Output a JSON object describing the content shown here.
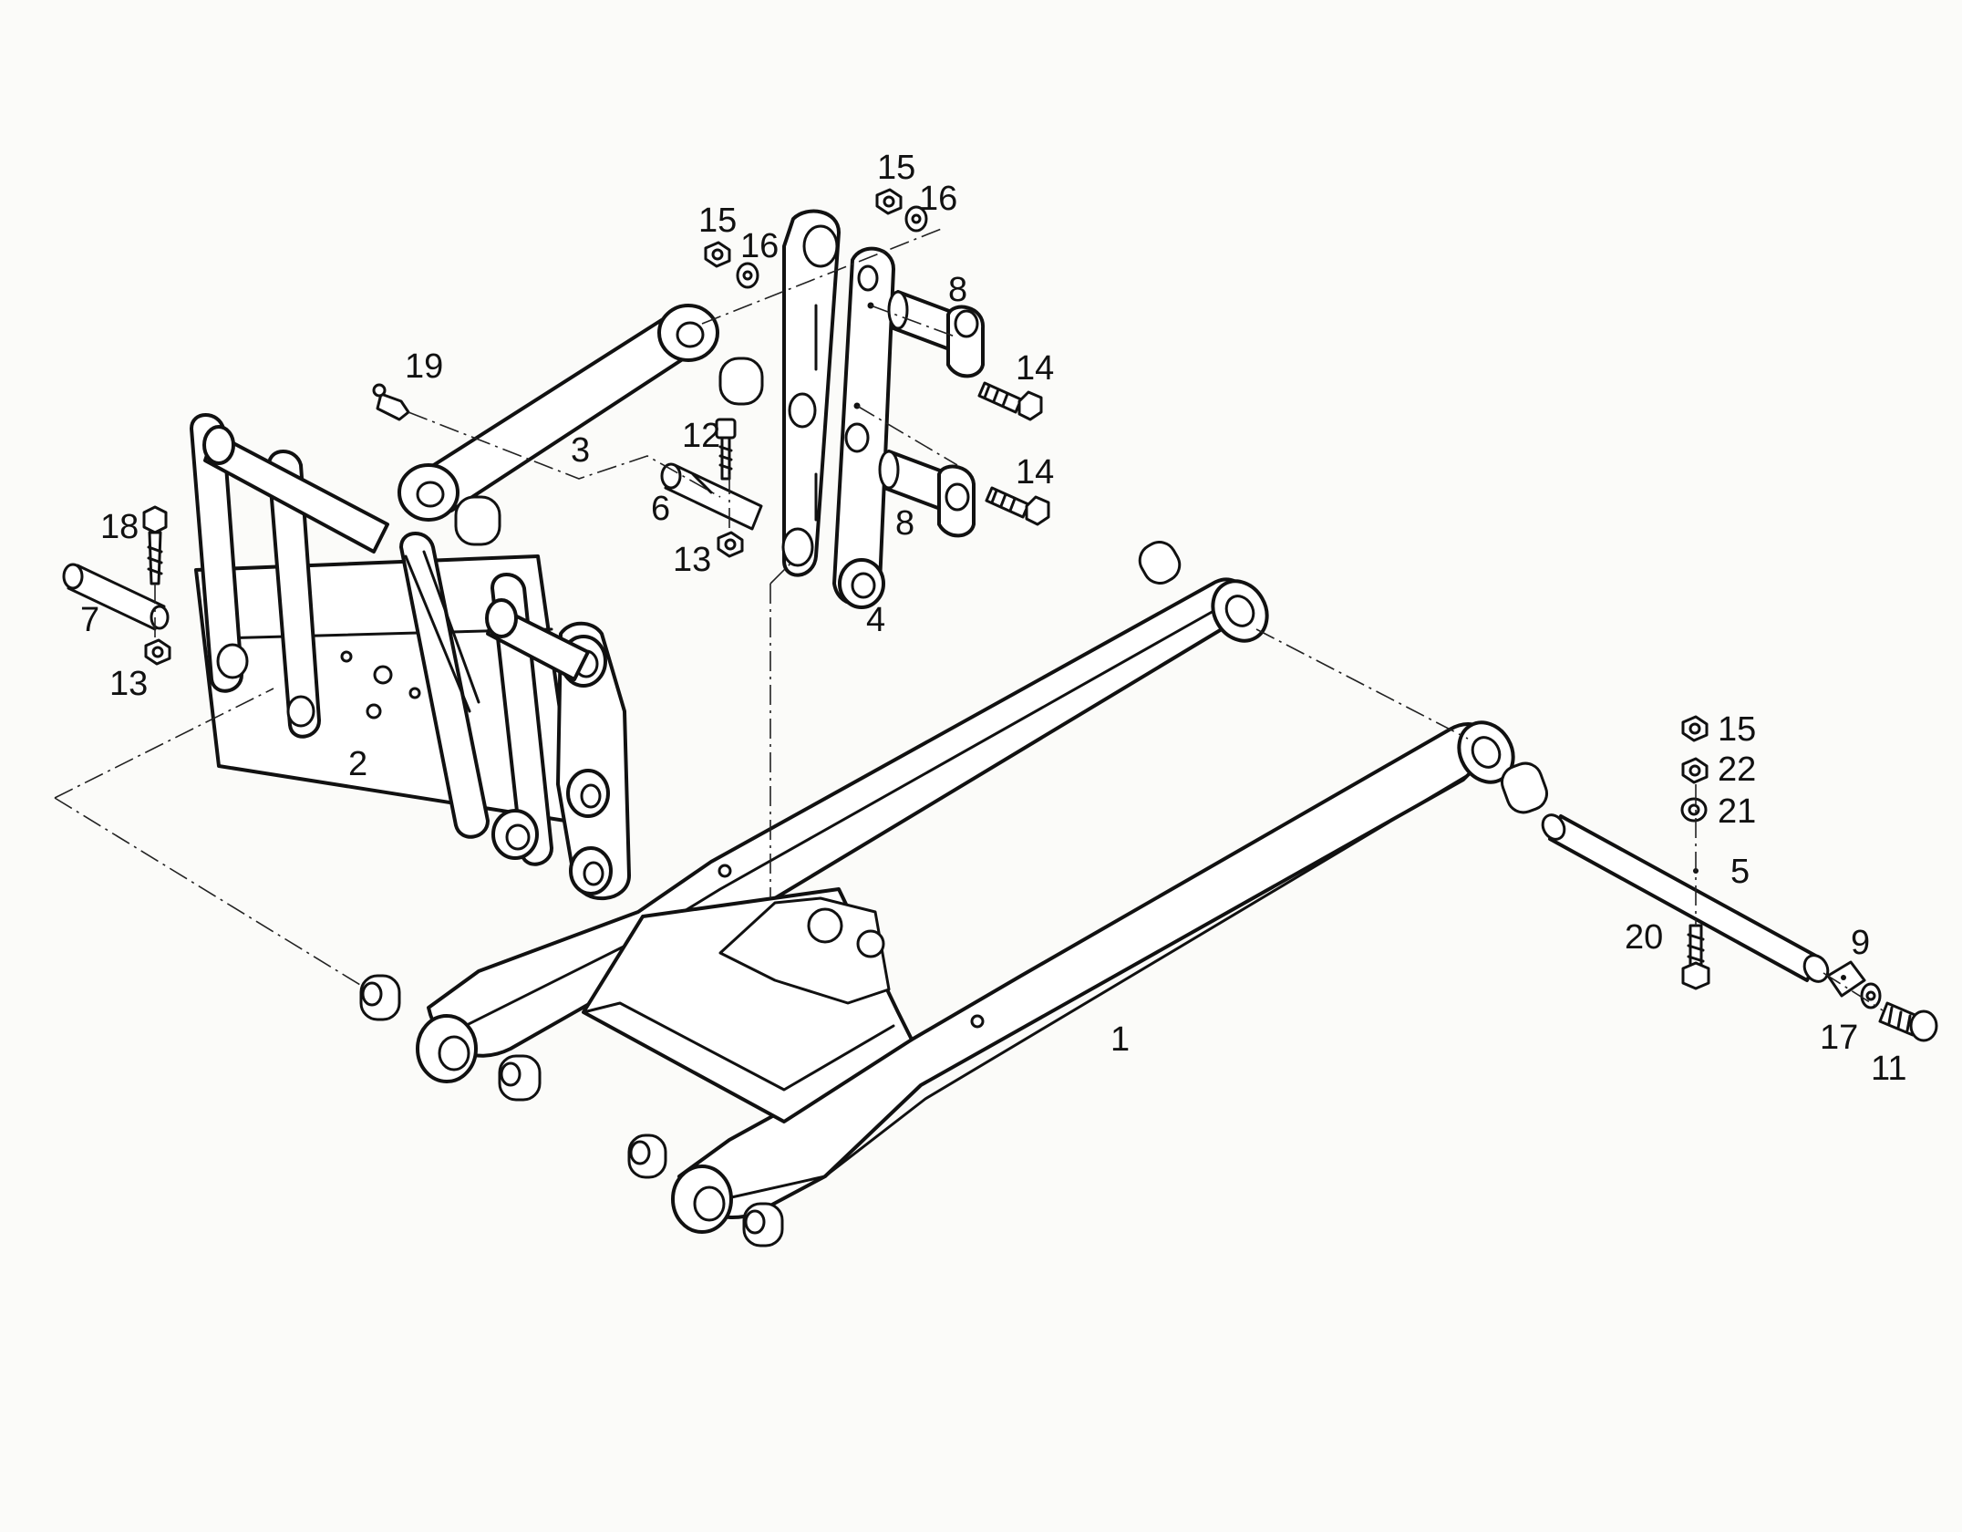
{
  "callouts": {
    "c1": "1",
    "c2": "2",
    "c3": "3",
    "c4": "4",
    "c5": "5",
    "c6": "6",
    "c7": "7",
    "c8a": "8",
    "c8b": "8",
    "c9": "9",
    "c11": "11",
    "c12": "12",
    "c13a": "13",
    "c13b": "13",
    "c14a": "14",
    "c14b": "14",
    "c15a": "15",
    "c15b": "15",
    "c15c": "15",
    "c16a": "16",
    "c16b": "16",
    "c17": "17",
    "c18": "18",
    "c19": "19",
    "c20": "20",
    "c21": "21",
    "c22": "22"
  }
}
